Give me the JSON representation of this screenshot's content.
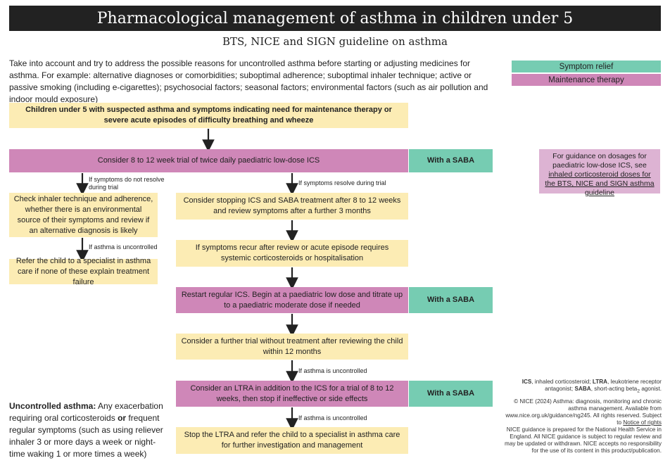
{
  "header": {
    "title": "Pharmacological management of asthma in children under 5",
    "subtitle": "BTS, NICE and SIGN guideline on asthma"
  },
  "intro_text": "Take into account and try to address the possible reasons for uncontrolled asthma before starting or adjusting medicines for asthma. For example: alternative diagnoses or comorbidities; suboptimal adherence; suboptimal inhaler technique; active or passive smoking (including e-cigarettes); psychosocial factors; seasonal factors; environmental factors (such as air pollution and indoor mould exposure)",
  "legend": {
    "symptom_relief": "Symptom relief",
    "maintenance_therapy": "Maintenance therapy"
  },
  "flow": {
    "start": "Children under 5 with suspected asthma and symptoms indicating need for maintenance therapy or severe acute episodes of difficulty breathing and wheeze",
    "ics_trial": "Consider 8 to 12 week trial of twice daily paediatric low-dose ICS",
    "with_saba": "With a SABA",
    "label_not_resolve": "If symptoms do not resolve during trial",
    "label_resolve": "If symptoms resolve during trial",
    "check_inhaler": "Check inhaler technique and adherence, whether there is an environmental source of their symptoms and review if an alternative diagnosis is likely",
    "label_uncontrolled": "If asthma is uncontrolled",
    "refer_specialist": "Refer the child to a specialist in asthma care if none of these explain treatment failure",
    "consider_stopping": "Consider stopping ICS and SABA treatment after 8 to 12 weeks and review symptoms after a further 3 months",
    "symptoms_recur": "If symptoms recur after review or acute episode requires systemic corticosteroids or hospitalisation",
    "restart_ics": "Restart regular ICS. Begin at a paediatric low dose and titrate up to a paediatric moderate dose if needed",
    "further_trial": "Consider a further trial without treatment after reviewing the child within 12 months",
    "consider_ltra": "Consider an LTRA in addition to the ICS for a trial of 8 to 12 weeks, then stop if ineffective or side effects",
    "stop_ltra": "Stop the LTRA and refer the child to a specialist in asthma care for further investigation and management"
  },
  "dosage_note": {
    "text": "For guidance on dosages for paediatric low-dose ICS, see ",
    "link": "inhaled corticosteroid doses for the BTS, NICE and SIGN asthma guideline"
  },
  "uncontrolled_def": {
    "term": "Uncontrolled asthma:",
    "text": " Any exacerbation requiring oral corticosteroids ",
    "or": "or",
    "text2": " frequent regular symptoms (such as using reliever inhaler 3 or more days a week or night-time waking 1 or more times a week)"
  },
  "abbreviations": {
    "ics": "ICS",
    "ics_def": ", inhaled corticosteroid; ",
    "ltra": "LTRA",
    "ltra_def": ", leukotriene receptor antagonist; ",
    "saba": "SABA",
    "saba_def": ", short-acting beta",
    "saba_sub": "2",
    "saba_end": " agonist."
  },
  "copyright": {
    "text": "© NICE (2024) Asthma: diagnosis, monitoring and chronic asthma management. Available from www.nice.org.uk/guidance/ng245. All rights reserved. Subject to ",
    "link": "Notice of rights"
  },
  "disclaimer": "NICE guidance is prepared for the National Health Service in England. All NICE guidance is subject to regular review and may be updated or withdrawn. NICE accepts no responsibility for the use of its content in this product/publication.",
  "colors": {
    "yellow": "#fcecb4",
    "purple": "#cf87b8",
    "green": "#76ccb2",
    "light_purple": "#ddb3d3"
  }
}
